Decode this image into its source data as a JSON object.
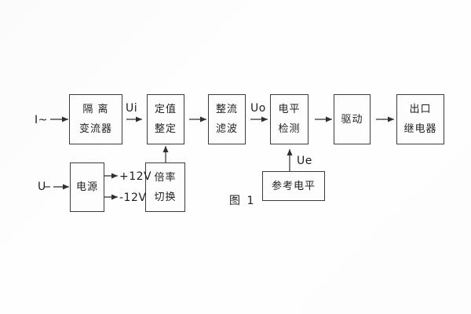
{
  "figure": {
    "caption": "图 1"
  },
  "blocks": {
    "isolation_transformer": {
      "line1": "隔 离",
      "line2": "变流器"
    },
    "setting_adjustment": {
      "line1": "定值",
      "line2": "整定"
    },
    "rectifier_filter": {
      "line1": "整流",
      "line2": "滤波"
    },
    "level_detection": {
      "line1": "电平",
      "line2": "检测"
    },
    "drive": {
      "line1": "驱动"
    },
    "output_relay": {
      "line1": "出口",
      "line2": "继电器"
    },
    "power_supply": {
      "line1": "电源"
    },
    "ratio_switching": {
      "line1": "倍率",
      "line2": "切换"
    },
    "reference_level": {
      "line1": "参考电平"
    }
  },
  "labels": {
    "input_current": "I~",
    "input_voltage": "U",
    "signal_ui": "Ui",
    "signal_uo": "Uo",
    "signal_ue": "Ue",
    "rail_positive": "+12V",
    "rail_negative": "-12V"
  },
  "connections": [
    {
      "from": "input_current",
      "to": "isolation_transformer",
      "label": ""
    },
    {
      "from": "isolation_transformer",
      "to": "setting_adjustment",
      "label": "Ui"
    },
    {
      "from": "setting_adjustment",
      "to": "rectifier_filter",
      "label": ""
    },
    {
      "from": "rectifier_filter",
      "to": "level_detection",
      "label": "Uo"
    },
    {
      "from": "level_detection",
      "to": "drive",
      "label": ""
    },
    {
      "from": "drive",
      "to": "output_relay",
      "label": ""
    },
    {
      "from": "input_voltage",
      "to": "power_supply",
      "label": ""
    },
    {
      "from": "power_supply",
      "to": "rail_positive",
      "label": "+12V"
    },
    {
      "from": "power_supply",
      "to": "rail_negative",
      "label": "-12V"
    },
    {
      "from": "ratio_switching",
      "to": "setting_adjustment",
      "label": ""
    },
    {
      "from": "reference_level",
      "to": "level_detection",
      "label": "Ue"
    }
  ],
  "colors": {
    "background": "#fdfdfd",
    "line": "#2f2f2f",
    "text": "#1f1f1f",
    "border": "#3c3c3c"
  }
}
